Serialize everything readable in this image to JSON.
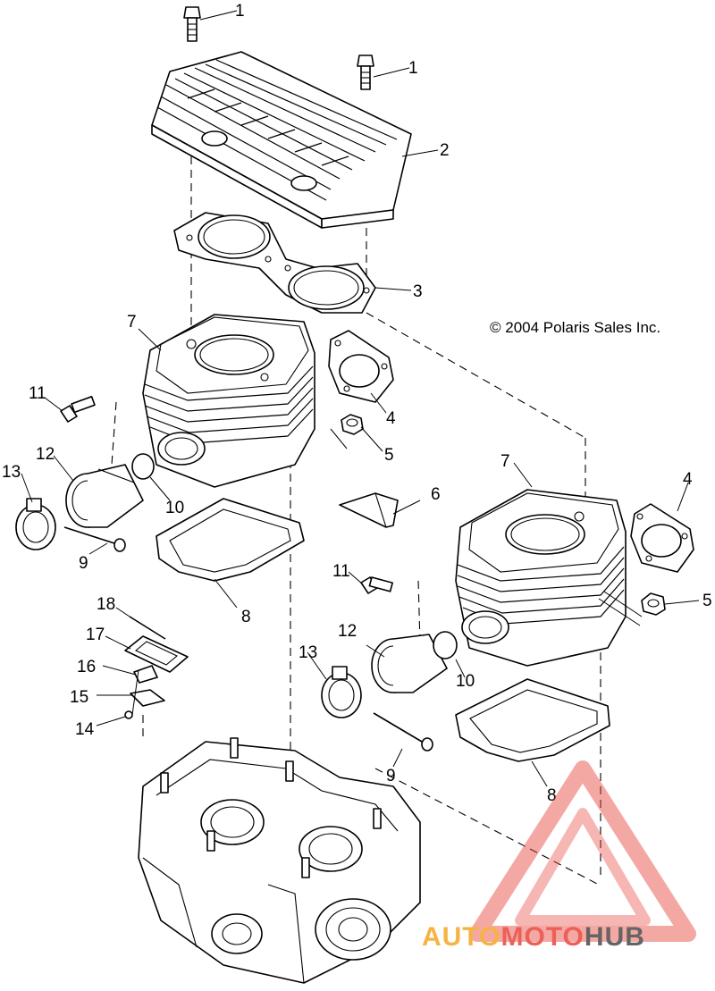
{
  "copyright": "© 2004 Polaris Sales Inc.",
  "callouts": [
    "1",
    "1",
    "2",
    "3",
    "7",
    "4",
    "11",
    "5",
    "12",
    "13",
    "10",
    "9",
    "8",
    "6",
    "7",
    "4",
    "5",
    "11",
    "18",
    "17",
    "12",
    "16",
    "15",
    "13",
    "10",
    "14",
    "9",
    "8"
  ],
  "logo": {
    "part1": "AUTO",
    "part2": "MOTO",
    "part3": "HUB",
    "color_primary": "#f5a623",
    "color_accent": "#e8453c",
    "color_dark": "#4a4a4a"
  }
}
